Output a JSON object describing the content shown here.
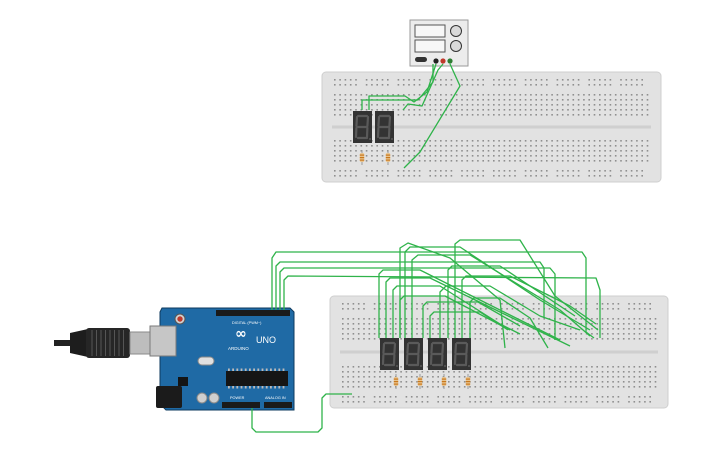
{
  "canvas": {
    "background": "#ffffff"
  },
  "colors": {
    "breadboard": "#e2e2e2",
    "breadboard_border": "#cfcfcf",
    "breadboard_hole": "#8f8f8f",
    "wire": "#2fb34a",
    "arduino_board": "#1f6aa5",
    "arduino_dark": "#0d3a5e",
    "display_body": "#333333",
    "display_segment": "#5a5a5a",
    "resistor_band": "#c8781e",
    "power_supply": "#ececec",
    "usb_cable": "#222222"
  },
  "arduino": {
    "brand": "ARDUINO",
    "model": "UNO",
    "header_digital": "DIGITAL (PWM~)",
    "header_power": "POWER",
    "header_analog": "ANALOG IN",
    "logo_icon": "infinity-logo-icon"
  },
  "components": {
    "upper_display_digits": 2,
    "lower_display_digits": 4,
    "upper_resistors": 2,
    "lower_resistors": 4
  }
}
